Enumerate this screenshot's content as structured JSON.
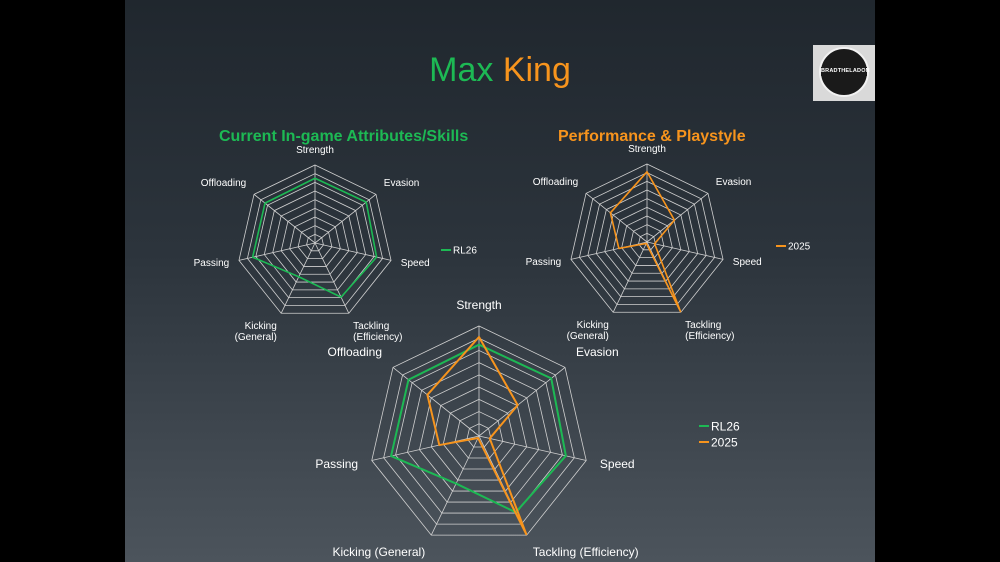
{
  "title": {
    "first": "Max",
    "last": "King"
  },
  "logo": {
    "text": "BRADTHELADON"
  },
  "subtitles": {
    "left": "Current In-game Attributes/Skills",
    "right": "Performance & Playstyle"
  },
  "colors": {
    "rl26": "#1db954",
    "y2025": "#f7941d",
    "grid": "#d0d0d0",
    "text": "#ffffff"
  },
  "chart_data": [
    {
      "type": "radar",
      "axes": [
        "Strength",
        "Evasion",
        "Speed",
        "Tackling (Efficiency)",
        "Kicking (General)",
        "Passing",
        "Offloading"
      ],
      "axis_label_lines": [
        [
          "Strength"
        ],
        [
          "Evasion"
        ],
        [
          "Speed"
        ],
        [
          "Tackling",
          "(Efficiency)"
        ],
        [
          "Kicking",
          "(General)"
        ],
        [
          "Passing"
        ],
        [
          "Offloading"
        ]
      ],
      "rings": 9,
      "series": [
        {
          "name": "RL26",
          "values": [
            83,
            84,
            81,
            77,
            48,
            82,
            82
          ]
        }
      ],
      "legend": "right"
    },
    {
      "type": "radar",
      "axes": [
        "Strength",
        "Evasion",
        "Speed",
        "Tackling (Efficiency)",
        "Kicking (General)",
        "Passing",
        "Offloading"
      ],
      "axis_label_lines": [
        [
          "Strength"
        ],
        [
          "Evasion"
        ],
        [
          "Speed"
        ],
        [
          "Tackling",
          "(Efficiency)"
        ],
        [
          "Kicking",
          "(General)"
        ],
        [
          "Passing"
        ],
        [
          "Offloading"
        ]
      ],
      "rings": 9,
      "series": [
        {
          "name": "2025",
          "values": [
            90,
            45,
            10,
            99,
            2,
            37,
            60
          ]
        }
      ],
      "legend": "right"
    },
    {
      "type": "radar",
      "axes": [
        "Strength",
        "Evasion",
        "Speed",
        "Tackling (Efficiency)",
        "Kicking (General)",
        "Passing",
        "Offloading"
      ],
      "axis_label_lines": [
        [
          "Strength"
        ],
        [
          "Evasion"
        ],
        [
          "Speed"
        ],
        [
          "Tackling (Efficiency)"
        ],
        [
          "Kicking (General)"
        ],
        [
          "Passing"
        ],
        [
          "Offloading"
        ]
      ],
      "rings": 9,
      "series": [
        {
          "name": "RL26",
          "values": [
            83,
            84,
            81,
            77,
            48,
            82,
            82
          ]
        },
        {
          "name": "2025",
          "values": [
            90,
            45,
            10,
            99,
            2,
            37,
            60
          ]
        }
      ],
      "legend": "right"
    }
  ]
}
